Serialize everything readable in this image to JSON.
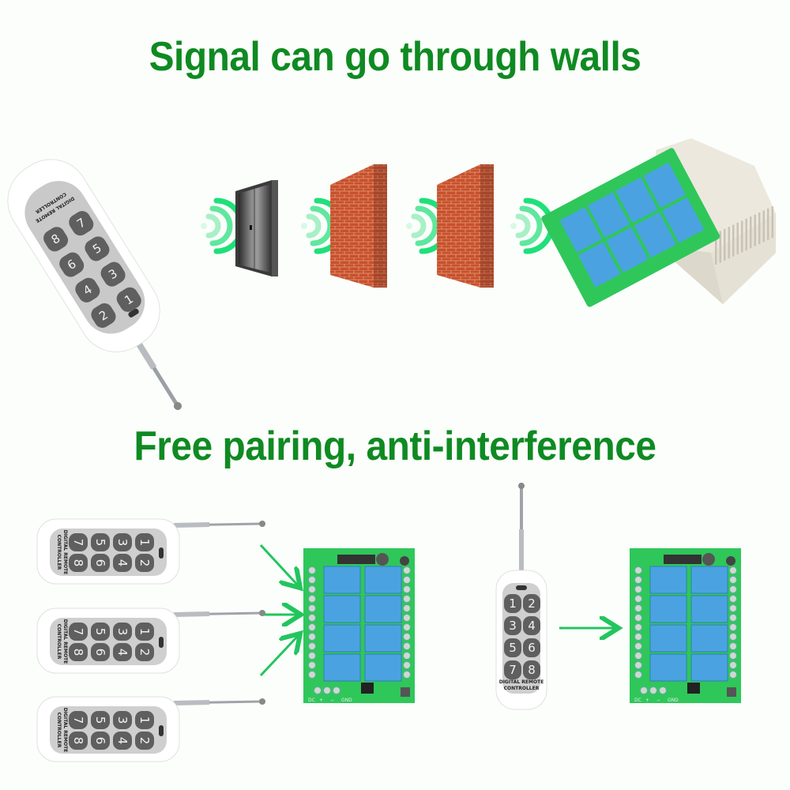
{
  "headlines": {
    "top": "Signal can go through walls",
    "bottom": "Free pairing, anti-interference"
  },
  "remote": {
    "buttons": [
      "1",
      "2",
      "3",
      "4",
      "5",
      "6",
      "7",
      "8"
    ],
    "brand_line1": "DIGITAL REMOTE",
    "brand_line2": "CONTROLLER"
  },
  "obstacles": [
    "metal-door",
    "brick-wall",
    "brick-wall"
  ],
  "receiver": {
    "relay_count": 8,
    "power_labels": [
      "DC",
      "+",
      "−",
      "GND"
    ]
  },
  "colors": {
    "headline": "#0f8a22",
    "signal": "#1fe07a",
    "arrow": "#22c55e",
    "pcb": "#2fc75a",
    "relay": "#4aa3e0",
    "brick": "#c8502c"
  }
}
